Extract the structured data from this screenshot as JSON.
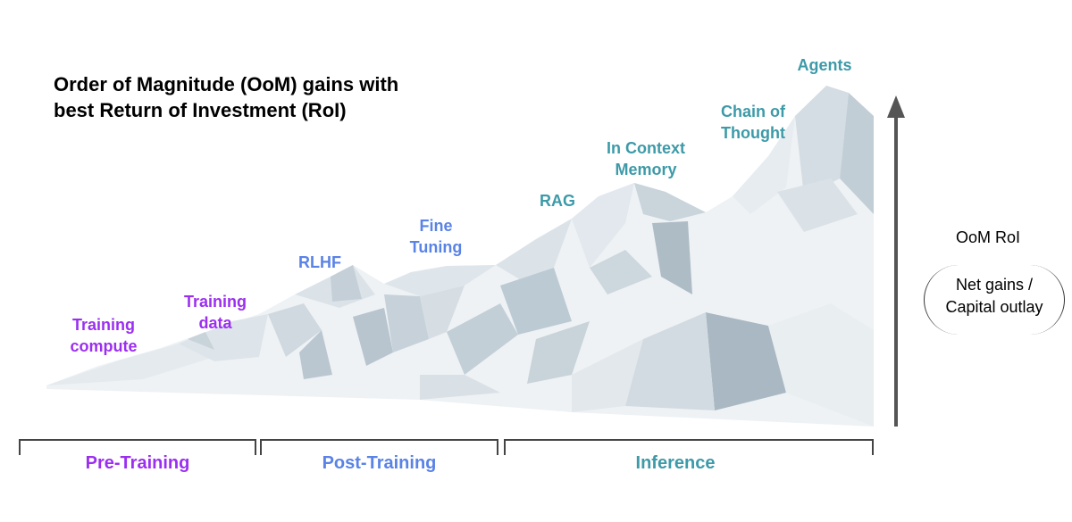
{
  "title_line1": "Order of Magnitude (OoM) gains with",
  "title_line2": "best Return of Investment (RoI)",
  "stages": {
    "training_compute": [
      "Training",
      "compute"
    ],
    "training_data": [
      "Training",
      "data"
    ],
    "rlhf": [
      "RLHF"
    ],
    "fine_tuning": [
      "Fine",
      "Tuning"
    ],
    "rag": [
      "RAG"
    ],
    "in_context_memory": [
      "In Context",
      "Memory"
    ],
    "chain_of_thought": [
      "Chain of",
      "Thought"
    ],
    "agents": [
      "Agents"
    ]
  },
  "phases": {
    "pre_training": "Pre-Training",
    "post_training": "Post-Training",
    "inference": "Inference"
  },
  "roi": {
    "title": "OoM RoI",
    "line1": "Net gains /",
    "line2": "Capital outlay"
  },
  "colors": {
    "pre_training": "#9b2ff0",
    "post_training": "#5a83e6",
    "inference": "#3d9aa8",
    "mountain_light": "#eef2f5",
    "mountain_mid": "#d5dee4",
    "mountain_dark": "#aebcc6",
    "arrow": "#555555"
  }
}
